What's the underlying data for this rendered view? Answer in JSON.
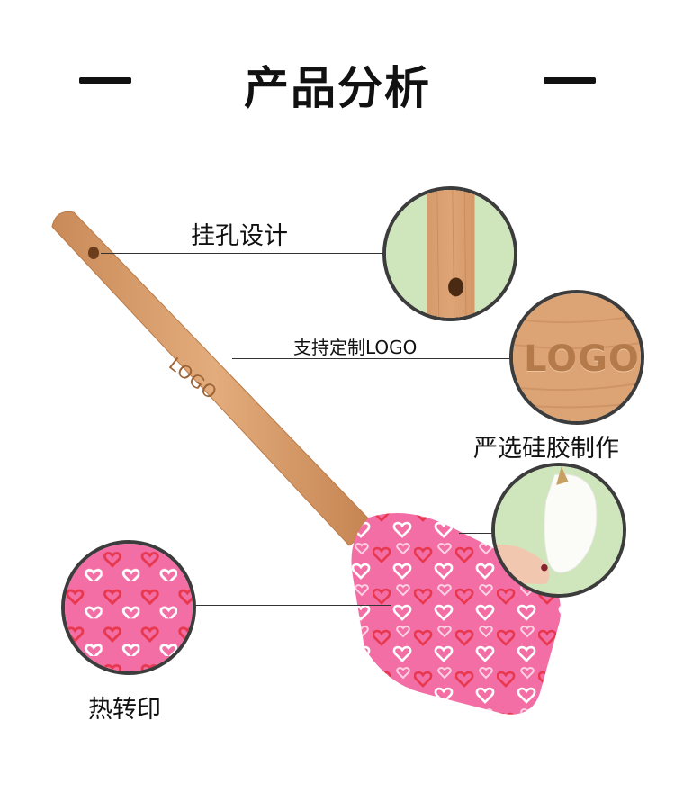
{
  "header": {
    "title": "产品分析"
  },
  "features": {
    "hanging_hole": "挂孔设计",
    "custom_logo": "支持定制LOGO",
    "silicone": "严选硅胶制作",
    "heat_transfer": "热转印"
  },
  "product": {
    "engraving": "LOGO"
  },
  "colors": {
    "wood": "#dba173",
    "pink": "#f26ea5",
    "heart_red": "#e8384f",
    "heart_white": "#ffffff",
    "circle_border": "#3c3c3c",
    "green_bg": "#cfe6bd"
  }
}
